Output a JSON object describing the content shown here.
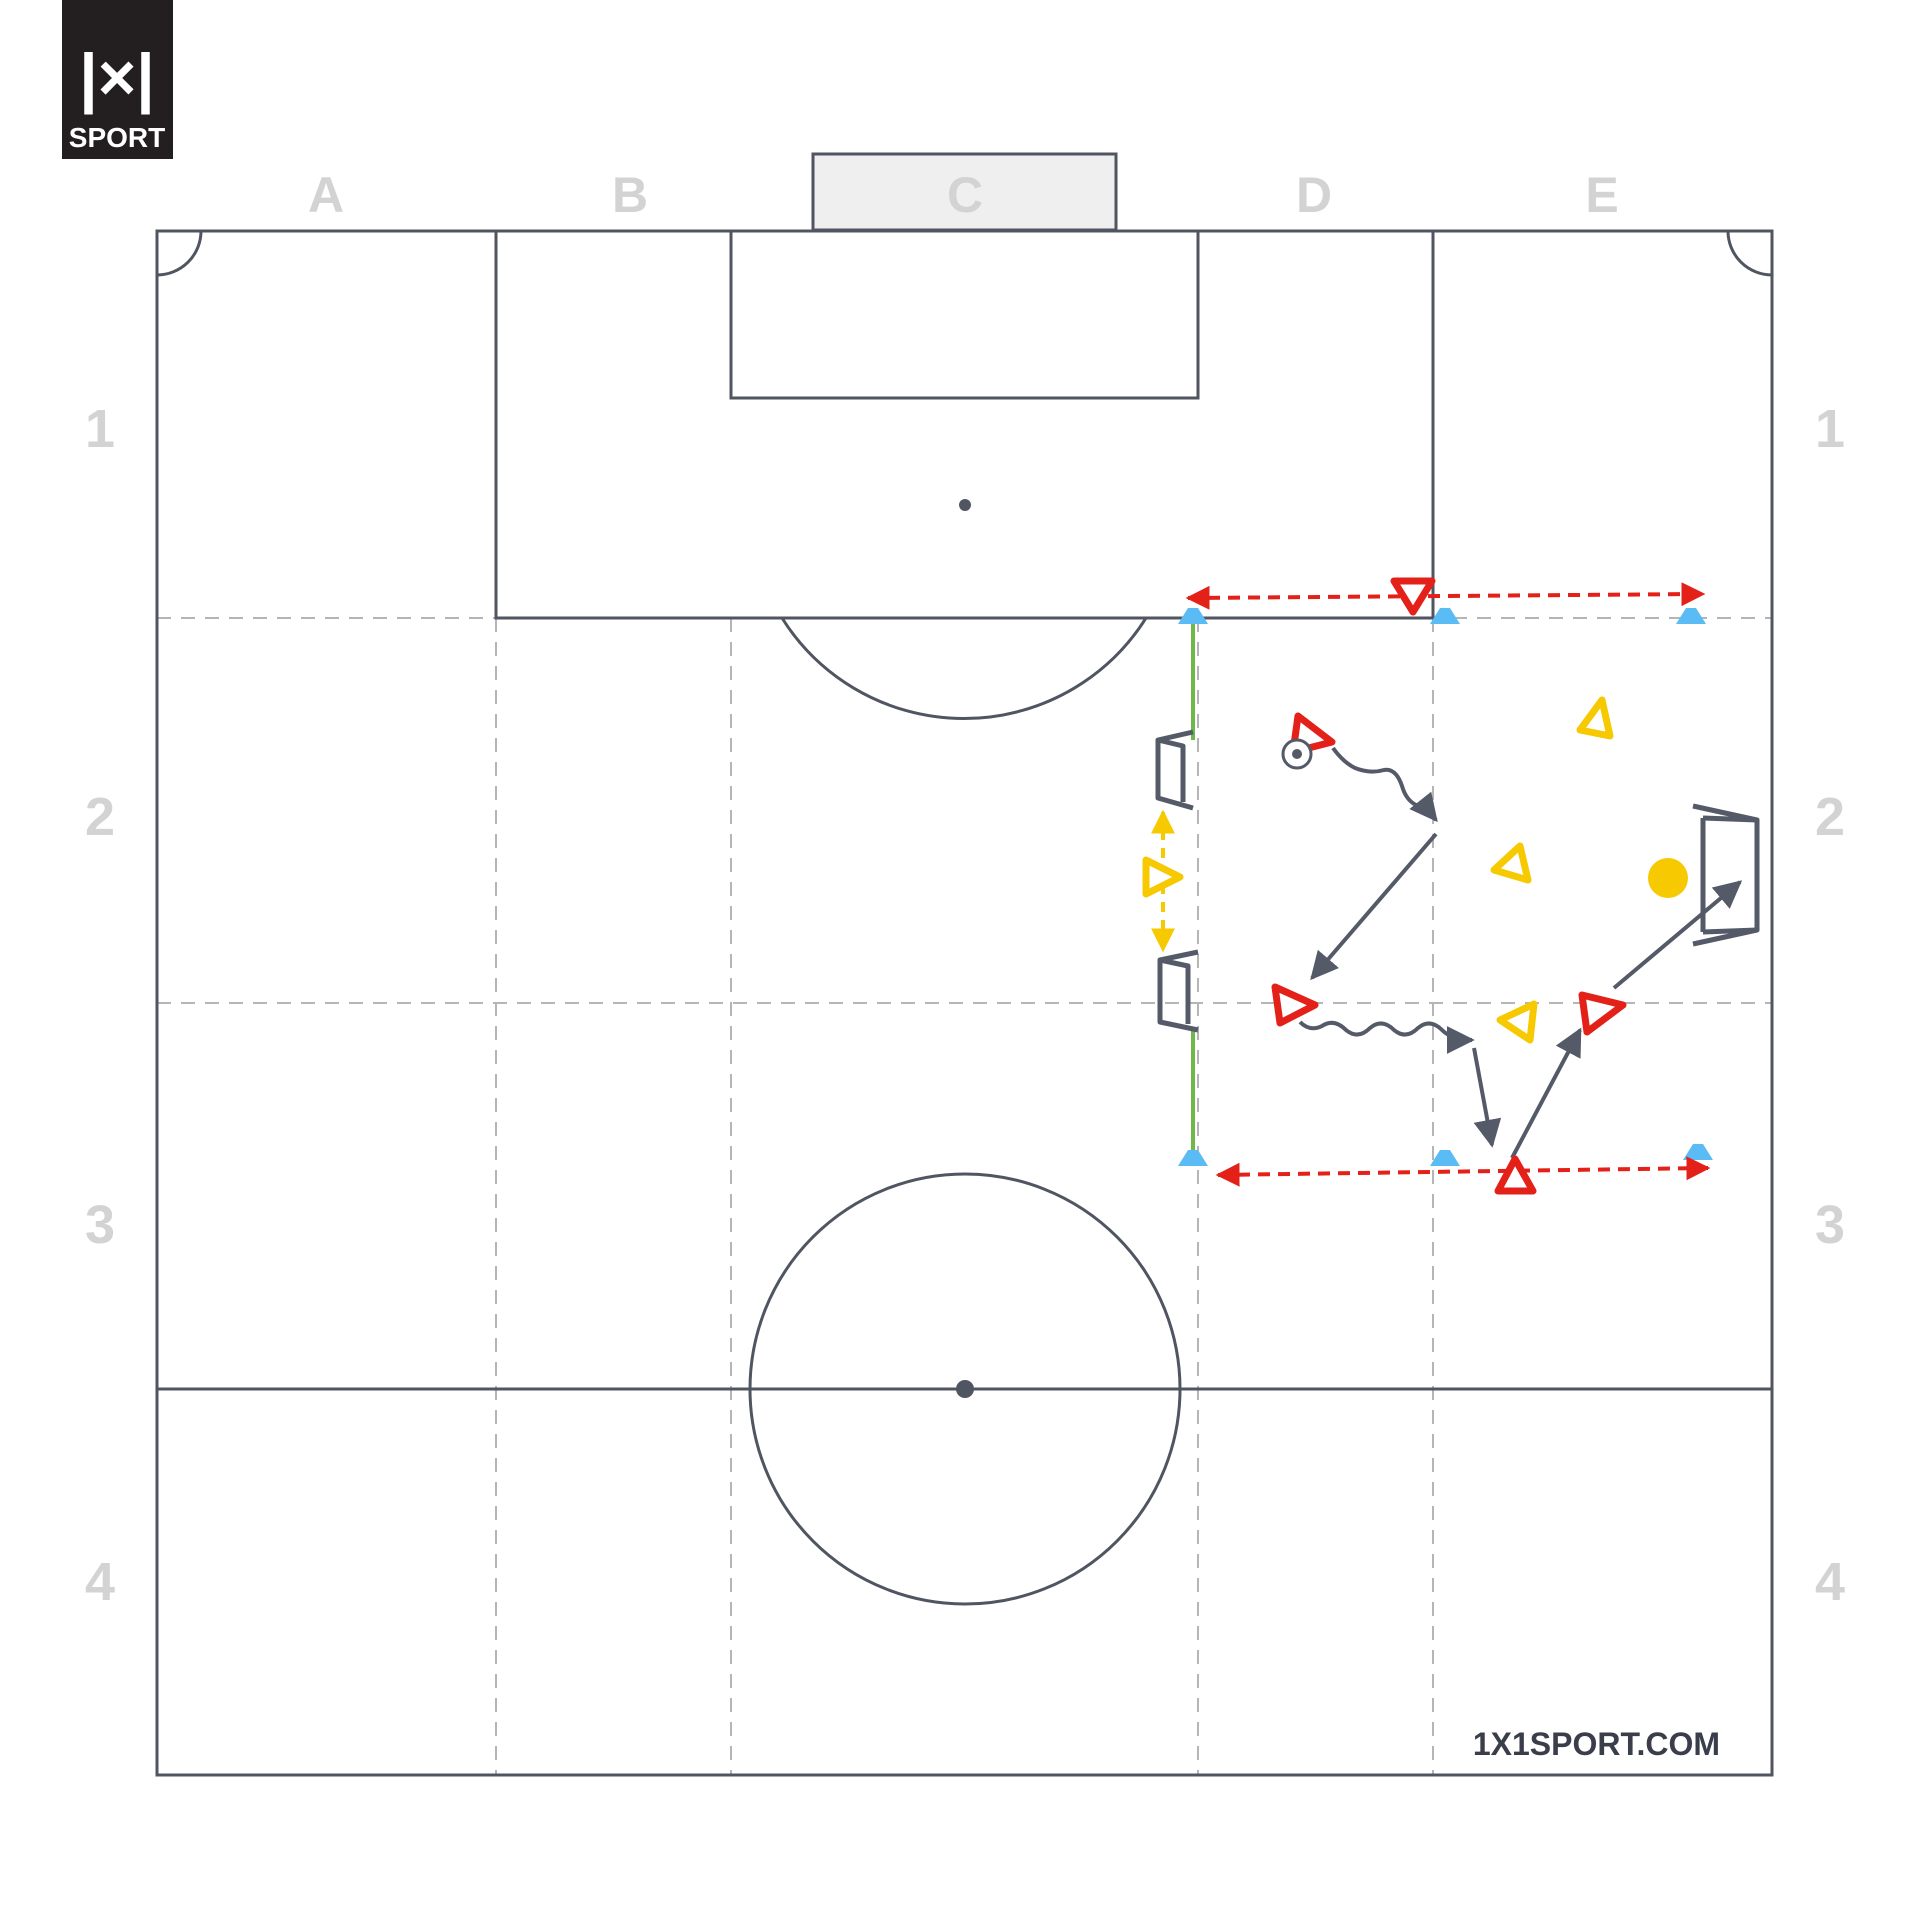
{
  "logo": {
    "mark": "|×|",
    "name": "SPORT"
  },
  "columns": [
    "A",
    "B",
    "C",
    "D",
    "E"
  ],
  "rows": [
    "1",
    "2",
    "3",
    "4"
  ],
  "website": "1X1SPORT.COM",
  "colors": {
    "pitch_line": "#505562",
    "grid_dash": "#b5b5b5",
    "goal_box_fill": "#efefef",
    "label_gray": "#d3d3d3",
    "team_red": "#e32119",
    "team_yellow": "#f6c900",
    "cone_blue": "#5bbcf5",
    "mini_goal_line": "#6fb84a",
    "arrow_gray": "#555a68",
    "logo_bg": "#231f20"
  },
  "legend_items": {
    "red_player": "red-triangle-icon",
    "yellow_player": "yellow-triangle-icon",
    "cone": "blue-cone-icon",
    "ball": "ball-icon",
    "mini_goal": "mini-goal-icon",
    "pass": "solid-arrow",
    "dribble": "wavy-arrow",
    "movement_range": "dashed-double-arrow"
  }
}
